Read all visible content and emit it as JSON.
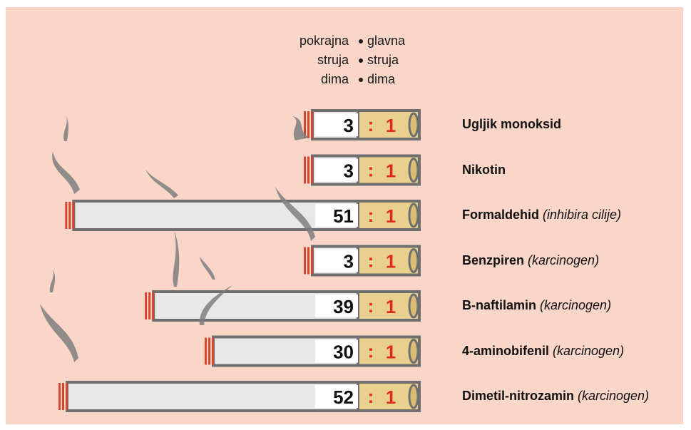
{
  "header": {
    "left_lines": [
      "pokrajna",
      "struja",
      "dima"
    ],
    "right_lines": [
      "glavna",
      "struja",
      "dima"
    ]
  },
  "colors": {
    "background": "#f9d6c8",
    "paper": "#e8e8e8",
    "filter": "#e9d08f",
    "outline": "#6f6f6f",
    "ember": "#d6452d",
    "ratio_text": "#e02a1c",
    "smoke": "#7f7f7f"
  },
  "chart_data": {
    "type": "bar",
    "categories": [
      "Ugljik monoksid",
      "Nikotin",
      "Formaldehid",
      "Benzpiren",
      "B-naftilamin",
      "4-aminobifenil",
      "Dimetil-nitrozamin"
    ],
    "notes": [
      "",
      "",
      "(inhibira cilije)",
      "(karcinogen)",
      "(karcinogen)",
      "(karcinogen)",
      "(karcinogen)"
    ],
    "series": [
      {
        "values": [
          3,
          3,
          51,
          3,
          39,
          30,
          52
        ]
      },
      {
        "values": [
          1,
          1,
          1,
          1,
          1,
          1,
          1
        ]
      }
    ],
    "value_labels": [
      "3",
      "3",
      "51",
      "3",
      "39",
      "30",
      "52"
    ],
    "separator": ":",
    "denominator_label": "1"
  }
}
